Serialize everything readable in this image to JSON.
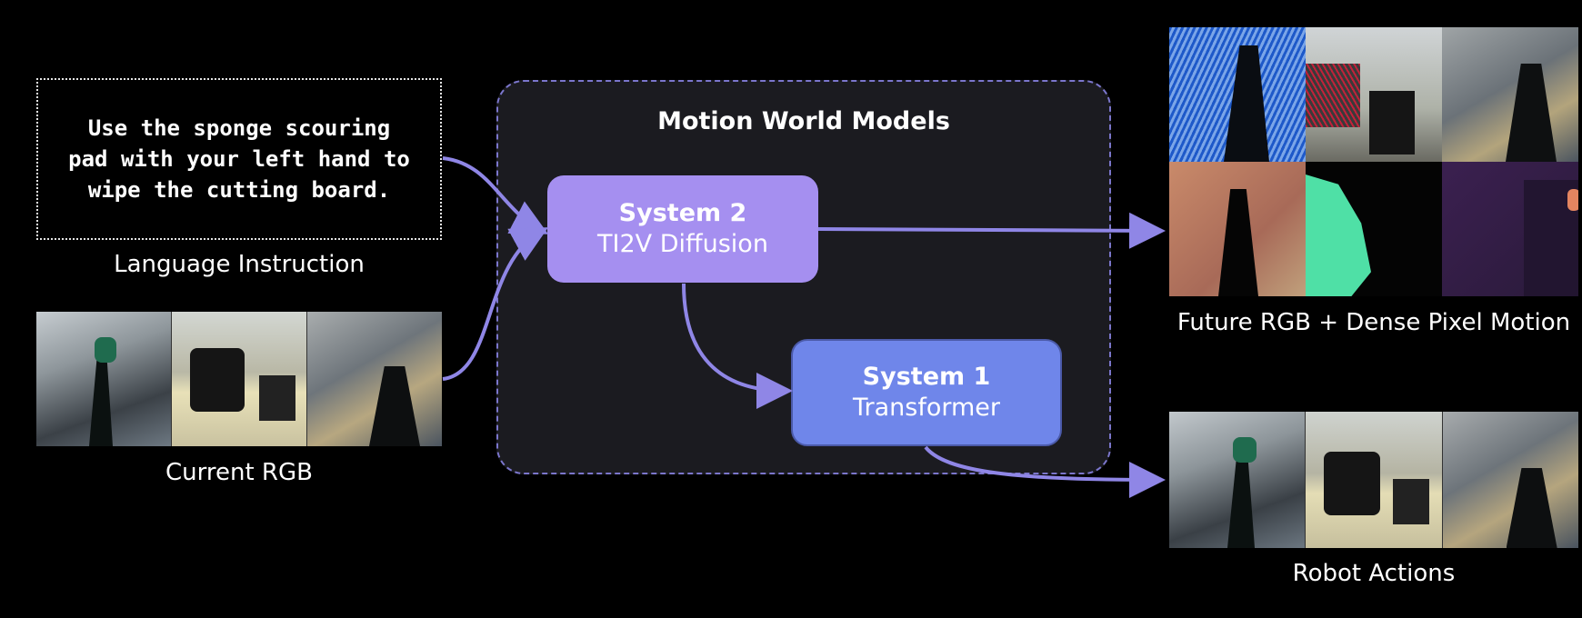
{
  "instruction": {
    "text": "Use the sponge scouring pad with your left hand to wipe the cutting board.",
    "caption": "Language Instruction"
  },
  "current_rgb": {
    "caption": "Current RGB",
    "frames": 3
  },
  "motion_world_models": {
    "title": "Motion World Models",
    "system2": {
      "name": "System 2",
      "desc": "TI2V Diffusion"
    },
    "system1": {
      "name": "System 1",
      "desc": "Transformer"
    }
  },
  "future_output": {
    "caption": "Future RGB + Dense Pixel Motion",
    "frames": 6
  },
  "robot_actions": {
    "caption": "Robot Actions",
    "frames": 3
  },
  "colors": {
    "background": "#000000",
    "panel": "#1b1b20",
    "panel_border": "#7b76cc",
    "system2": "#a58ff0",
    "system1": "#6f86ea",
    "arrow": "#8f86e6"
  }
}
